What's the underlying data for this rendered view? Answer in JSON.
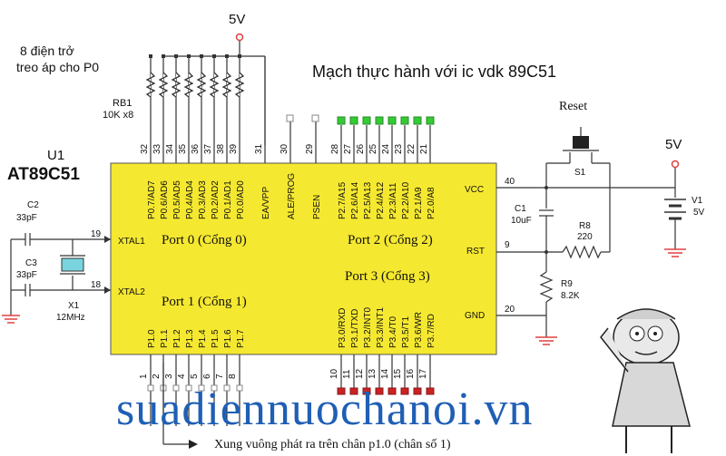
{
  "title": "Mạch thực hành với ic vdk 89C51",
  "resistor_note": [
    "8 điện trở",
    "treo áp cho P0"
  ],
  "supply_left": "5V",
  "supply_right": "5V",
  "chip": {
    "ref": "U1",
    "part": "AT89C51",
    "port0_label": "Port 0 (Cổng 0)",
    "port1_label": "Port 1 (Cổng 1)",
    "port2_label": "Port 2 (Cổng 2)",
    "port3_label": "Port 3 (Cổng 3)",
    "xtal1": "XTAL1",
    "xtal2": "XTAL2",
    "vcc": "VCC",
    "rst": "RST",
    "gnd": "GND",
    "pin_xtal1": "19",
    "pin_xtal2": "18",
    "pin_vcc": "40",
    "pin_rst": "9",
    "pin_gnd": "20",
    "top_pins": [
      {
        "num": "32",
        "name": "P0.7/AD7"
      },
      {
        "num": "33",
        "name": "P0.6/AD6"
      },
      {
        "num": "34",
        "name": "P0.5/AD5"
      },
      {
        "num": "35",
        "name": "P0.4/AD4"
      },
      {
        "num": "36",
        "name": "P0.3/AD3"
      },
      {
        "num": "37",
        "name": "P0.2/AD2"
      },
      {
        "num": "38",
        "name": "P0.1/AD1"
      },
      {
        "num": "39",
        "name": "P0.0/AD0"
      },
      {
        "num": "31",
        "name": "EA/VPP"
      },
      {
        "num": "30",
        "name": "ALE/PROG"
      },
      {
        "num": "29",
        "name": "PSEN"
      },
      {
        "num": "28",
        "name": "P2.7/A15"
      },
      {
        "num": "27",
        "name": "P2.6/A14"
      },
      {
        "num": "26",
        "name": "P2.5/A13"
      },
      {
        "num": "25",
        "name": "P2.4/A12"
      },
      {
        "num": "24",
        "name": "P2.3/A11"
      },
      {
        "num": "23",
        "name": "P2.2/A10"
      },
      {
        "num": "22",
        "name": "P2.1/A9"
      },
      {
        "num": "21",
        "name": "P2.0/A8"
      }
    ],
    "bottom_pins": [
      {
        "num": "1",
        "name": "P1.0"
      },
      {
        "num": "2",
        "name": "P1.1"
      },
      {
        "num": "3",
        "name": "P1.2"
      },
      {
        "num": "4",
        "name": "P1.3"
      },
      {
        "num": "5",
        "name": "P1.4"
      },
      {
        "num": "6",
        "name": "P1.5"
      },
      {
        "num": "7",
        "name": "P1.6"
      },
      {
        "num": "8",
        "name": "P1.7"
      },
      {
        "num": "10",
        "name": "P3.0/RXD"
      },
      {
        "num": "11",
        "name": "P3.1/TXD"
      },
      {
        "num": "12",
        "name": "P3.2/INT0"
      },
      {
        "num": "13",
        "name": "P3.3/INT1"
      },
      {
        "num": "14",
        "name": "P3.4/T0"
      },
      {
        "num": "15",
        "name": "P3.5/T1"
      },
      {
        "num": "16",
        "name": "P3.6/WR"
      },
      {
        "num": "17",
        "name": "P3.7/RD"
      }
    ]
  },
  "rb1": {
    "ref": "RB1",
    "value": "10K x8"
  },
  "c2": {
    "ref": "C2",
    "value": "33pF"
  },
  "c3": {
    "ref": "C3",
    "value": "33pF"
  },
  "x1": {
    "ref": "X1",
    "value": "12MHz"
  },
  "c1": {
    "ref": "C1",
    "value": "10uF"
  },
  "r8": {
    "ref": "R8",
    "value": "220"
  },
  "r9": {
    "ref": "R9",
    "value": "8.2K"
  },
  "s1": {
    "ref": "S1",
    "label": "Reset"
  },
  "v1": {
    "ref": "V1",
    "value": "5V"
  },
  "output_note": "Xung vuông phát ra trên chân p1.0 (chân số 1)",
  "watermark": "suadiennuochanoi.vn",
  "colors": {
    "chip": "#f5e830",
    "port2_led": "#33cc33",
    "port3_led": "#cc2222",
    "supply_node": "#e04040",
    "watermark": "#1f5fb5"
  }
}
